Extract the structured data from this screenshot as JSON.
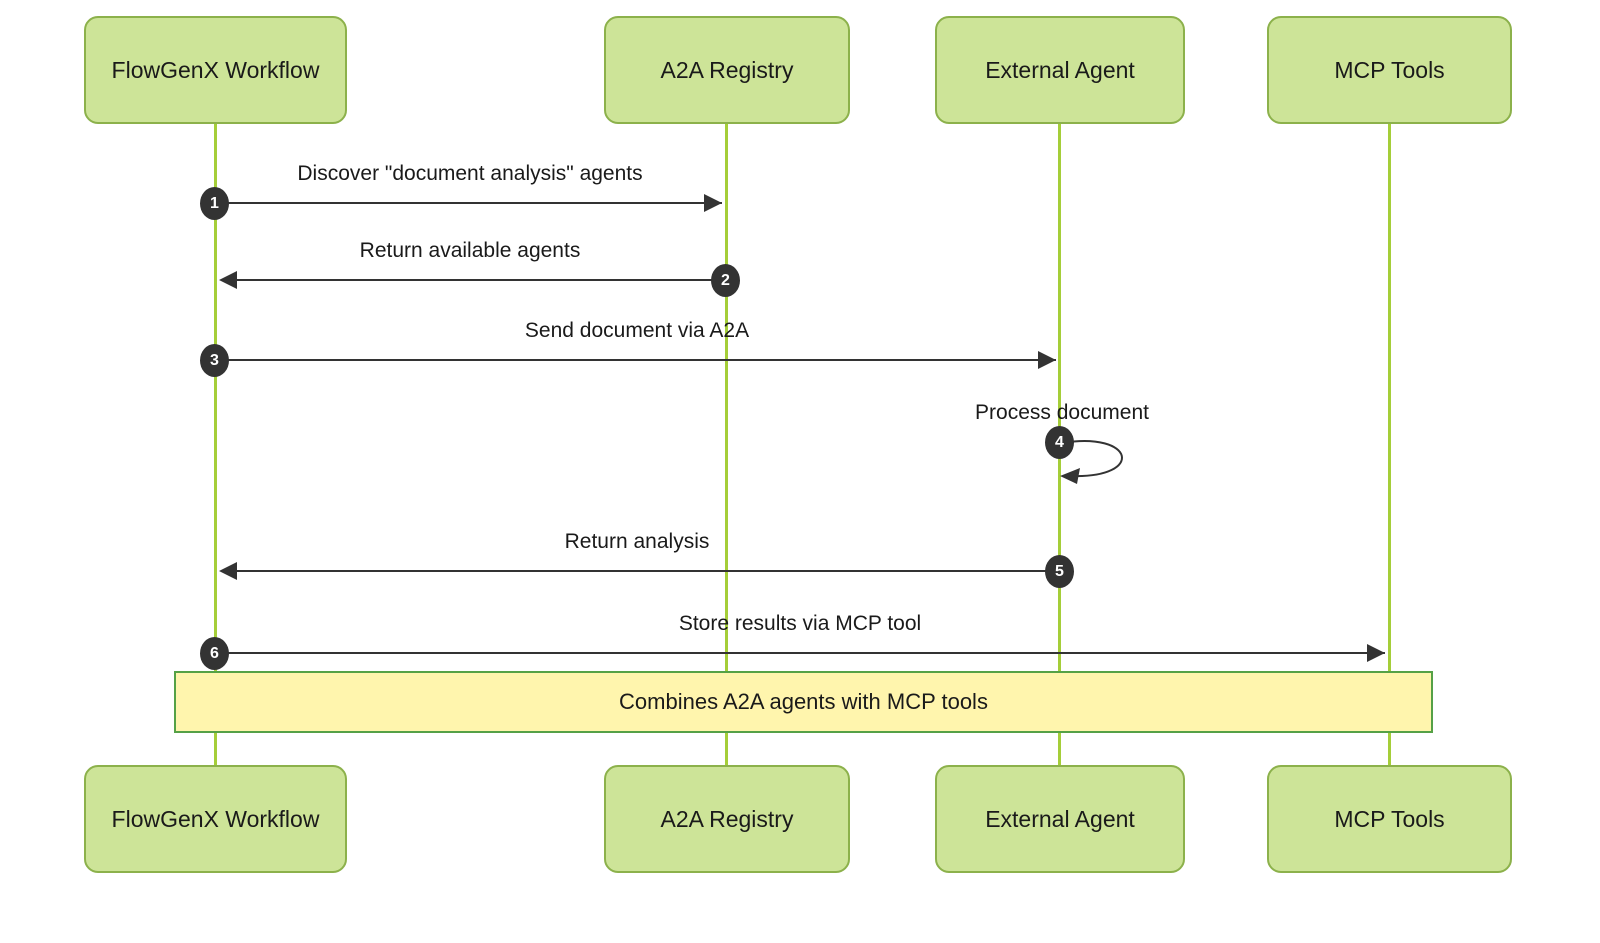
{
  "diagram": {
    "type": "sequence",
    "participants": [
      {
        "name": "FlowGenX Workflow"
      },
      {
        "name": "A2A Registry"
      },
      {
        "name": "External Agent"
      },
      {
        "name": "MCP Tools"
      }
    ],
    "messages": [
      {
        "number": "1",
        "label": "Discover \"document analysis\" agents",
        "from": "FlowGenX Workflow",
        "to": "A2A Registry",
        "direction": "right"
      },
      {
        "number": "2",
        "label": "Return available agents",
        "from": "A2A Registry",
        "to": "FlowGenX Workflow",
        "direction": "left"
      },
      {
        "number": "3",
        "label": "Send document via A2A",
        "from": "FlowGenX Workflow",
        "to": "External Agent",
        "direction": "right"
      },
      {
        "number": "4",
        "label": "Process document",
        "from": "External Agent",
        "to": "External Agent",
        "direction": "self"
      },
      {
        "number": "5",
        "label": "Return analysis",
        "from": "External Agent",
        "to": "FlowGenX Workflow",
        "direction": "left"
      },
      {
        "number": "6",
        "label": "Store results via MCP tool",
        "from": "FlowGenX Workflow",
        "to": "MCP Tools",
        "direction": "right"
      }
    ],
    "note": {
      "label": "Combines A2A agents with MCP tools",
      "over": [
        "FlowGenX Workflow",
        "MCP Tools"
      ]
    },
    "colors": {
      "actor_fill": "#cde498",
      "actor_border": "#8cb14b",
      "lifeline": "#a5ce39",
      "note_fill": "#fff5ad",
      "note_border": "#55a146",
      "signal": "#333333",
      "badge_bg": "#333333",
      "badge_text": "#ffffff"
    }
  }
}
